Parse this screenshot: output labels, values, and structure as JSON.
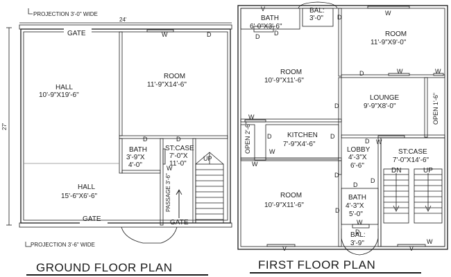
{
  "ground_floor": {
    "title": "GROUND FLOOR PLAN",
    "projection_top": "PROJECTION 3'-0\" WIDE",
    "projection_bottom": "PROJECTION 3'-6\" WIDE",
    "dim_width": "24'",
    "dim_depth": "27'",
    "gate_top": "GATE",
    "gate_bottom": "GATE",
    "gate_passage": "GATE",
    "hall_top": {
      "name": "HALL",
      "size": "10'-9\"X19'-6\""
    },
    "room": {
      "name": "ROOM",
      "size": "11'-9\"X14'-6\""
    },
    "bath": {
      "name": "BATH",
      "size_line1": "3'-9\"X",
      "size_line2": "4'-0\""
    },
    "staircase": {
      "name": "ST:CASE",
      "size_line1": "7'-0\"X",
      "size_line2": "11'-0\""
    },
    "hall_bottom": {
      "name": "HALL",
      "size": "15'-6\"X6'-6\""
    },
    "passage": "PASSAGE 3'-6\"",
    "up": "UP",
    "door_marks": [
      "D",
      "D",
      "D"
    ],
    "window_marks": [
      "W",
      "W"
    ]
  },
  "first_floor": {
    "title": "FIRST FLOOR PLAN",
    "bath_top": {
      "name": "BATH",
      "size": "6'-0\"X3'-6\""
    },
    "balcony_top": {
      "name": "BAL:",
      "size": "3'-0\""
    },
    "room_ne": {
      "name": "ROOM",
      "size": "11'-9\"X9'-0\""
    },
    "room_nw": {
      "name": "ROOM",
      "size": "10'-9\"X11'-6\""
    },
    "lounge": {
      "name": "LOUNGE",
      "size": "9'-9\"X8'-0\""
    },
    "open_right": "OPEN 1'-6\"",
    "open_left": "OPEN 2'-6\"",
    "kitchen": {
      "name": "KITCHEN",
      "size": "7'-9\"X4'-6\""
    },
    "lobby": {
      "name": "LOBBY",
      "size_line1": "4'-3\"X",
      "size_line2": "6'-6\""
    },
    "staircase": {
      "name": "ST:CASE",
      "size": "7'-0\"X14'-6\""
    },
    "dn": "DN",
    "up": "UP",
    "room_sw": {
      "name": "ROOM",
      "size": "10'-9\"X11'-6\""
    },
    "bath_bottom": {
      "name": "BATH",
      "size_line1": "4'-3\"X",
      "size_line2": "5'-0\""
    },
    "balcony_bottom": {
      "name": "BAL:",
      "size": "3'-9\""
    },
    "door_marks": [
      "D",
      "D",
      "D",
      "D",
      "D",
      "D",
      "D",
      "D",
      "D",
      "D",
      "D",
      "D",
      "D"
    ],
    "window_marks": [
      "W",
      "W",
      "W",
      "W",
      "W",
      "W",
      "W",
      "W",
      "W",
      "V",
      "V",
      "V"
    ]
  }
}
